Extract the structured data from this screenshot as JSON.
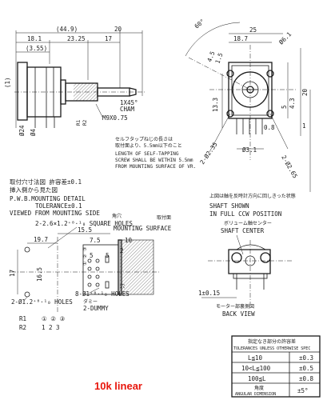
{
  "dims": {
    "d44_9": "(44.9)",
    "d20": "20",
    "d18_1": "18.1",
    "d23_25": "23.25",
    "d17": "17",
    "d3_55": "(3.55)",
    "d1": "(1)",
    "d24": "Ø24",
    "d4": "Ø4",
    "d25": "25",
    "d18_7": "18.7",
    "d6_1": "Ø6.1",
    "d60": "60°",
    "d4_5": "4.5",
    "d1_5": "1.5",
    "d13_3": "13.3",
    "d20b": "20",
    "d5": "5",
    "d1b": "1",
    "d0_8": "0.8",
    "d3_1": "Ø3.1",
    "d2_35": "2-Ø2.35",
    "d2_65": "2-Ø2.65",
    "d4_3": "4.3",
    "d19_7": "19.7",
    "d15_5": "15.5",
    "d7_5": "7.5",
    "d10": "10",
    "d5b": "5",
    "d5c": "5",
    "d17b": "17",
    "d16_5": "16.5",
    "d2b": "2",
    "d1_0_15": "1±0.15"
  },
  "notes": {
    "chamfer": "1X45°",
    "cham": "CHAM",
    "thread": "M9X0.75",
    "tap_jp1": "セルフタップねじの長さは",
    "tap_jp2": "取付面より、5.5mm以下のこと",
    "tap_en1": "LENGTH OF SELF-TAPPING",
    "tap_en2": "SCREW SHALL BE WITHIN 5.5mm",
    "tap_en3": "FROM MOUNTING SURFACE OF VR.",
    "pwb_jp1": "取付穴寸法図 許容差±0.1",
    "pwb_jp2": "挿入側から見た図",
    "pwb_en1": "P.W.B.MOUNTING DETAIL",
    "pwb_en2": "TOLERANCE±0.1",
    "pwb_en3": "VIEWED FROM MOUNTING SIDE",
    "ccw_jp": "上図は軸を反時計方向に回しきった状態",
    "ccw_en1": "SHAFT SHOWN",
    "ccw_en2": "IN FULL CCW POSITION",
    "sq_jp": "角穴",
    "sq_en": "2-2.6×1.2⁺⁰·¹₀ SQUARE HOLES",
    "mount_jp": "取付面",
    "mount_en": "MOUNTING SURFACE",
    "holes8_jp": "穴",
    "holes8": "8-Ø1⁺⁰·¹₀ HOLES",
    "dummy_jp": "ダミー",
    "dummy": "2-DUMMY",
    "holes2": "2-Ø1.2⁺⁰·¹₀ HOLES",
    "center_jp": "ボリューム軸センター",
    "center_en": "SHAFT CENTER",
    "back_jp": "モーター部裏側図",
    "back_en": "BACK VIEW",
    "r1": "R1",
    "r2": "R2",
    "r1_pins": "① ② ③",
    "r2_pins": "1 2 3",
    "pin_r1": "R1",
    "pin_r2": "R2"
  },
  "tolerance": {
    "title_jp": "指定なき部分の許容差",
    "title_en": "TOLERANCES UNLESS OTHERWISE SPEC",
    "rows": [
      {
        "range": "L≦10",
        "tol": "±0.3"
      },
      {
        "range": "10<L≦100",
        "tol": "±0.5"
      },
      {
        "range": "100≦L",
        "tol": "±0.8"
      }
    ],
    "angle_jp": "角度",
    "angle_en": "ANGULAR DIMENSION",
    "angle_tol": "±5°"
  },
  "caption": "10k linear"
}
